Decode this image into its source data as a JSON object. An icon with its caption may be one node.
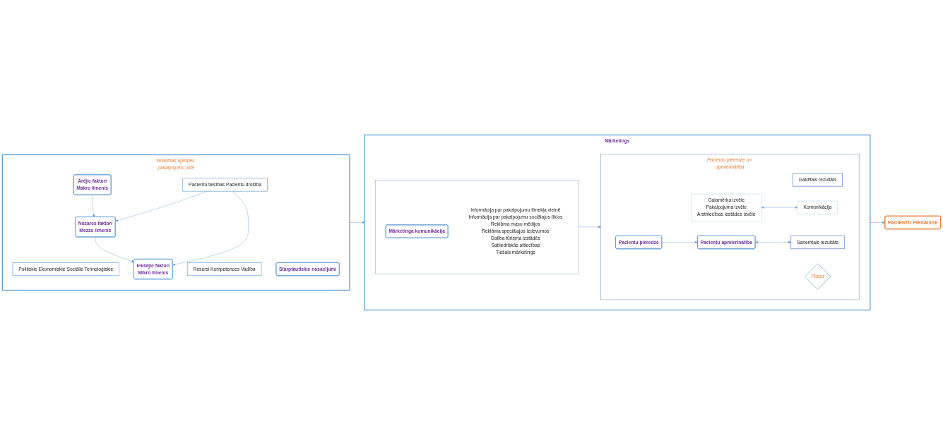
{
  "diagram": {
    "nodes": [
      {
        "text": [
          "Veselības aprūpes pakalpojumu vide"
        ]
      },
      {
        "text": [
          "Ārējie faktori",
          "Makro līmenis"
        ],
        "in": 0
      },
      {
        "text": [
          "Nozares faktori",
          "Mezzo līmenis"
        ],
        "in": 0
      },
      {
        "text": [
          "Iekšējie faktori",
          "Mikro līmenis"
        ],
        "in": 0
      },
      {
        "text": [
          "Politiskie Ekonomiskie Sociālie Tehnoloģiskie"
        ],
        "in": 0
      },
      {
        "text": [
          "Resursi Kompetences Vadība"
        ],
        "in": 0
      },
      {
        "text": [
          "Starptautiskie nosacījumi"
        ],
        "in": 0
      },
      {
        "text": [
          "Pacientu tiesības Pacientu drošība"
        ],
        "in": 0
      },
      {
        "text": [
          "Mārketings"
        ]
      },
      {
        "text": [],
        "shape": "box",
        "in": 8
      },
      {
        "text": [
          "Mārketinga komunikācija"
        ],
        "in": 9
      },
      {
        "text": [
          "Informācija par pakalpojumu tīmekļa vietnē",
          "Informācija par pakalpojumu sociālajos tīklos",
          "Reklāma masu mēdijos",
          "Reklāma speciālajos izdevumos",
          "Dalība tūrisma izstādēs",
          "Sabiedriskās attiecības",
          "Tiešais mārketings"
        ],
        "in": 9
      },
      {
        "text": [
          "Pacientu pieredze un apmierinātība"
        ],
        "in": 8
      },
      {
        "text": [
          "Gaidītais rezultāts"
        ],
        "in": 12
      },
      {
        "text": [
          "Galamērķa izvēle",
          "Pakalpojuma izvēle",
          "Ārstniecības iestādes izvēle"
        ],
        "in": 12
      },
      {
        "text": [
          "Komunikācija"
        ],
        "in": 12
      },
      {
        "text": [
          "Saņemtais rezultāts"
        ],
        "in": 12
      },
      {
        "text": [
          "Plaisa"
        ],
        "in": 12
      },
      {
        "text": [
          "Pacientu pieredze"
        ],
        "in": 12
      },
      {
        "text": [
          "Pacientu apmierinātība"
        ],
        "in": 12
      },
      {
        "text": [
          "PACIENTU PIESAISTE"
        ]
      }
    ],
    "edges": [
      {
        "from": 1,
        "to": 2,
        "arrow": "to"
      },
      {
        "from": 2,
        "to": 3,
        "arrow": "to"
      },
      {
        "from": 7,
        "to": 2,
        "arrow": "to"
      },
      {
        "from": 7,
        "to": 3,
        "arrow": "to"
      },
      {
        "from": 0,
        "to": 8,
        "arrow": "to"
      },
      {
        "from": 9,
        "to": 12,
        "arrow": "to"
      },
      {
        "from": 14,
        "to": 15,
        "arrow": "both"
      },
      {
        "from": 18,
        "to": 19,
        "arrow": "to"
      },
      {
        "from": 19,
        "to": 16,
        "arrow": "both"
      },
      {
        "from": 8,
        "to": 20,
        "arrow": "to"
      }
    ]
  }
}
